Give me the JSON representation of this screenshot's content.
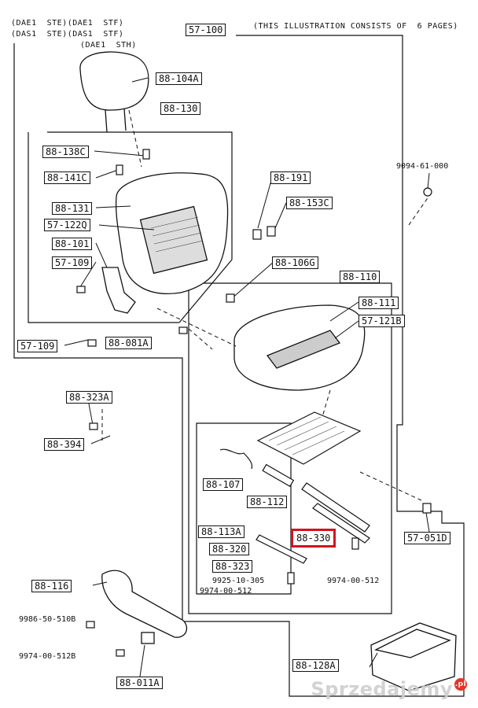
{
  "header": {
    "model_codes": [
      "(DAE1  STE)(DAE1  STF)",
      "(DAS1  STE)(DAS1  STF)",
      "(DAE1  STH)"
    ],
    "ref_code": "57-100",
    "note": "(THIS ILLUSTRATION CONSISTS OF  6 PAGES)"
  },
  "callouts": {
    "head_rest": "88-104A",
    "back_assembly": "88-130",
    "c88_138c": "88-138C",
    "c88_141c": "88-141C",
    "c88_131": "88-131",
    "c57_122q": "57-122Q",
    "c88_101": "88-101",
    "c57_109_a": "57-109",
    "c57_109_b": "57-109",
    "c88_081a": "88-081A",
    "c88_191": "88-191",
    "c88_153c": "88-153C",
    "c88_106g": "88-106G",
    "c88_110": "88-110",
    "c88_111": "88-111",
    "c57_121b": "57-121B",
    "c88_323a": "88-323A",
    "c88_394": "88-394",
    "c88_107": "88-107",
    "c88_112": "88-112",
    "c88_113a": "88-113A",
    "c88_330": "88-330",
    "c88_320": "88-320",
    "c88_323": "88-323",
    "c57_051d": "57-051D",
    "c88_116": "88-116",
    "c88_011a": "88-011A",
    "c88_128a": "88-128A"
  },
  "part_numbers": {
    "p9094": "9094-61-000",
    "p9925": "9925-10-305",
    "p9974_a": "9974-00-512",
    "p9974_b": "9974-00-512",
    "p9986": "9986-50-510B",
    "p9974_c": "9974-00-512B"
  },
  "highlight_color": "#d4121e",
  "watermark": "Sprzedajemy",
  "watermark_badge": ".pl"
}
